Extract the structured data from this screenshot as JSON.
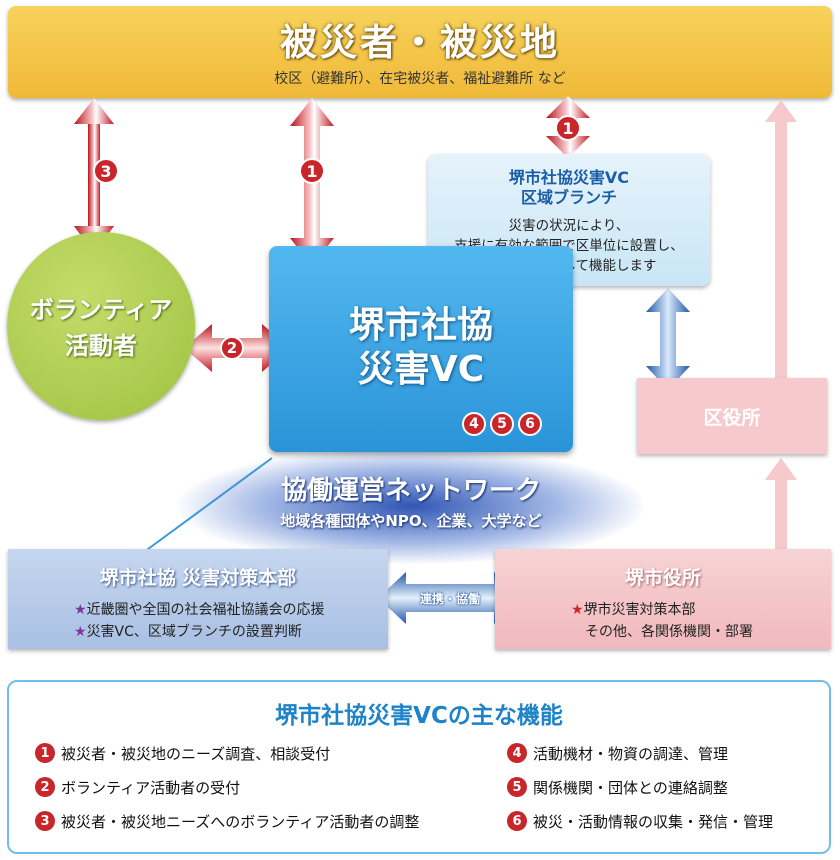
{
  "top": {
    "title": "被災者・被災地",
    "subtitle": "校区（避難所）、在宅被災者、福祉避難所 など"
  },
  "branch": {
    "title_line1": "堺市社協災害VC",
    "title_line2": "区域ブランチ",
    "desc_line1": "災害の状況により、",
    "desc_line2": "支援に有効な範囲で区単位に設置し、",
    "desc_line3": "各区の拠点として機能します"
  },
  "vc": {
    "title_line1": "堺市社協",
    "title_line2": "災害VC",
    "numbers": [
      "4",
      "5",
      "6"
    ]
  },
  "volunteer": {
    "line1": "ボランティア",
    "line2": "活動者"
  },
  "ward": {
    "label": "区役所"
  },
  "arrow_numbers": {
    "left": "3",
    "center": "1",
    "right": "1",
    "middle": "2"
  },
  "network": {
    "title": "協働運営ネットワーク",
    "subtitle": "地域各種団体やNPO、企業、大学など"
  },
  "hq": {
    "title": "堺市社協 災害対策本部",
    "bullets": [
      "近畿圏や全国の社会福祉協議会の応援",
      "災害VC、区域ブランチの設置判断"
    ],
    "star": "★"
  },
  "link_label": "連携・協働",
  "city": {
    "title": "堺市役所",
    "line1": "堺市災害対策本部",
    "line2": "その他、各関係機関・部署",
    "star": "★"
  },
  "functions": {
    "title": "堺市社協災害VCの主な機能",
    "left": [
      {
        "num": "1",
        "text": "被災者・被災地のニーズ調査、相談受付"
      },
      {
        "num": "2",
        "text": "ボランティア活動者の受付"
      },
      {
        "num": "3",
        "text": "被災者・被災地ニーズへのボランティア活動者の調整"
      }
    ],
    "right": [
      {
        "num": "4",
        "text": "活動機材・物資の調達、管理"
      },
      {
        "num": "5",
        "text": "関係機関・団体との連絡調整"
      },
      {
        "num": "6",
        "text": "被災・活動情報の収集・発信・管理"
      }
    ]
  },
  "colors": {
    "top": "#f3c54a",
    "vc": "#3aa6e6",
    "volunteer": "#b2cf55",
    "ward": "#f6c9cc",
    "hq": "#b8cbea",
    "city": "#f4c4c8",
    "arrow_red": "#d0202c",
    "arrow_blue": "#2a6fc0",
    "number_red": "#c8262b",
    "func_title": "#1f83c9"
  }
}
